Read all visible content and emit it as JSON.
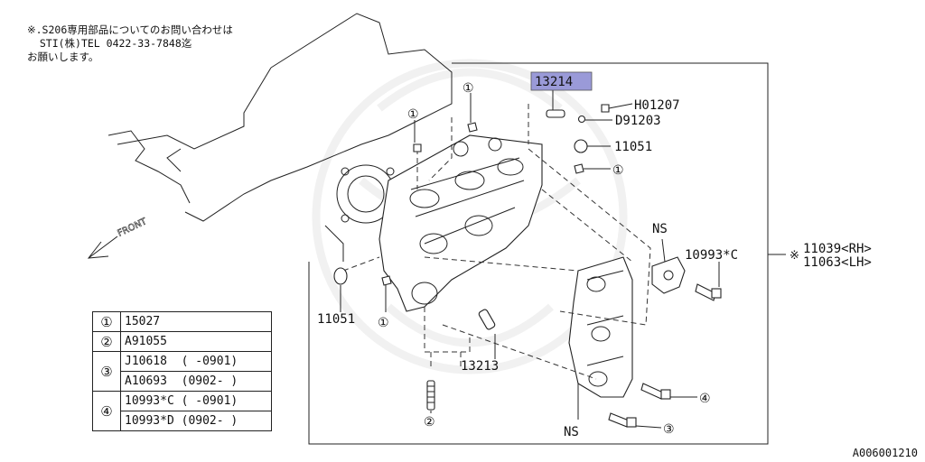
{
  "note": {
    "line1": "※.S206専用部品についてのお問い合わせは",
    "line2": "  STI(株)TEL 0422-33-7848迄",
    "line3": "お願いします。"
  },
  "front_label": "FRONT",
  "callouts": {
    "p13214": "13214",
    "h01207": "H01207",
    "d91203": "D91203",
    "p11051_top": "11051",
    "p11051_left": "11051",
    "p13213": "13213",
    "ns_top": "NS",
    "ns_bottom": "NS",
    "p10993c": "10993*C",
    "rh": "11039<RH>",
    "lh": "11063<LH>",
    "rh_mark": "※",
    "ref1": "①",
    "ref2": "②",
    "ref3": "③",
    "ref4": "④"
  },
  "legend": {
    "rows": [
      {
        "ref": "①",
        "parts": [
          "15027"
        ]
      },
      {
        "ref": "②",
        "parts": [
          "A91055"
        ]
      },
      {
        "ref": "③",
        "parts": [
          "J10618  ( -0901)",
          "A10693  (0902- )"
        ]
      },
      {
        "ref": "④",
        "parts": [
          "10993*C ( -0901)",
          "10993*D (0902- )"
        ]
      }
    ]
  },
  "diagram_code": "A006001210",
  "highlight_color": "#9a9ad8"
}
